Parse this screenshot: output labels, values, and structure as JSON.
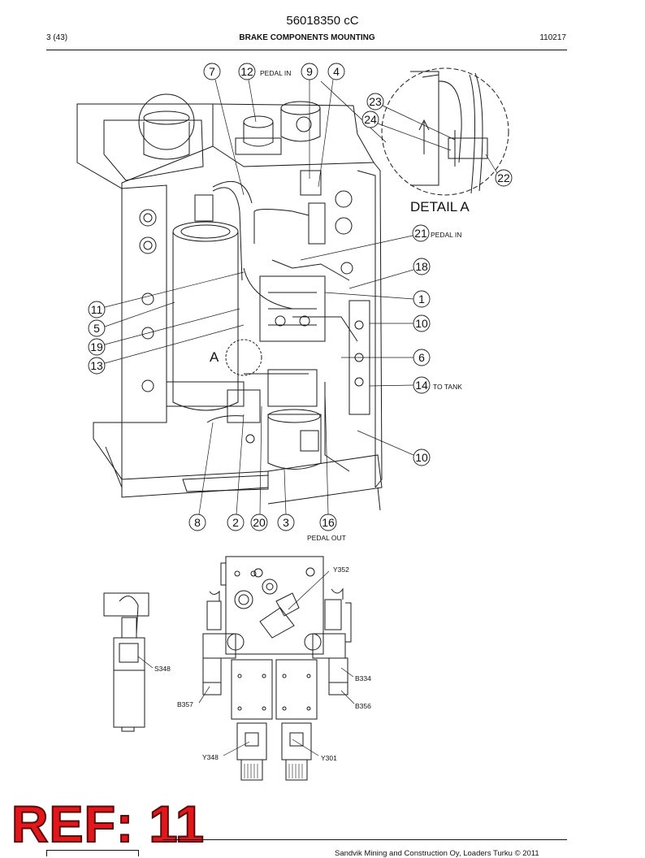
{
  "header": {
    "doc_number": "56018350 cC",
    "page": "3 (43)",
    "title": "BRAKE COMPONENTS MOUNTING",
    "date": "110217"
  },
  "callouts": [
    "7",
    "12",
    "9",
    "4",
    "23",
    "24",
    "22",
    "21",
    "18",
    "1",
    "10",
    "6",
    "14",
    "10",
    "11",
    "5",
    "19",
    "13",
    "8",
    "2",
    "20",
    "3",
    "16"
  ],
  "annotations": {
    "pedal_in_top": "PEDAL IN",
    "pedal_in_right": "PEDAL IN",
    "to_tank": "TO TANK",
    "pedal_out": "PEDAL OUT",
    "detail_title": "DETAIL A",
    "detail_marker": "A"
  },
  "components": {
    "y352": "Y352",
    "s348": "S348",
    "b334": "B334",
    "b357": "B357",
    "b356": "B356",
    "y348": "Y348",
    "y301": "Y301"
  },
  "footer": {
    "ref": "REF: 11",
    "copyright": "Sandvik Mining and Construction Oy, Loaders Turku © 2011"
  },
  "colors": {
    "line": "#1a1a1a",
    "stamp": "#e2171b"
  }
}
